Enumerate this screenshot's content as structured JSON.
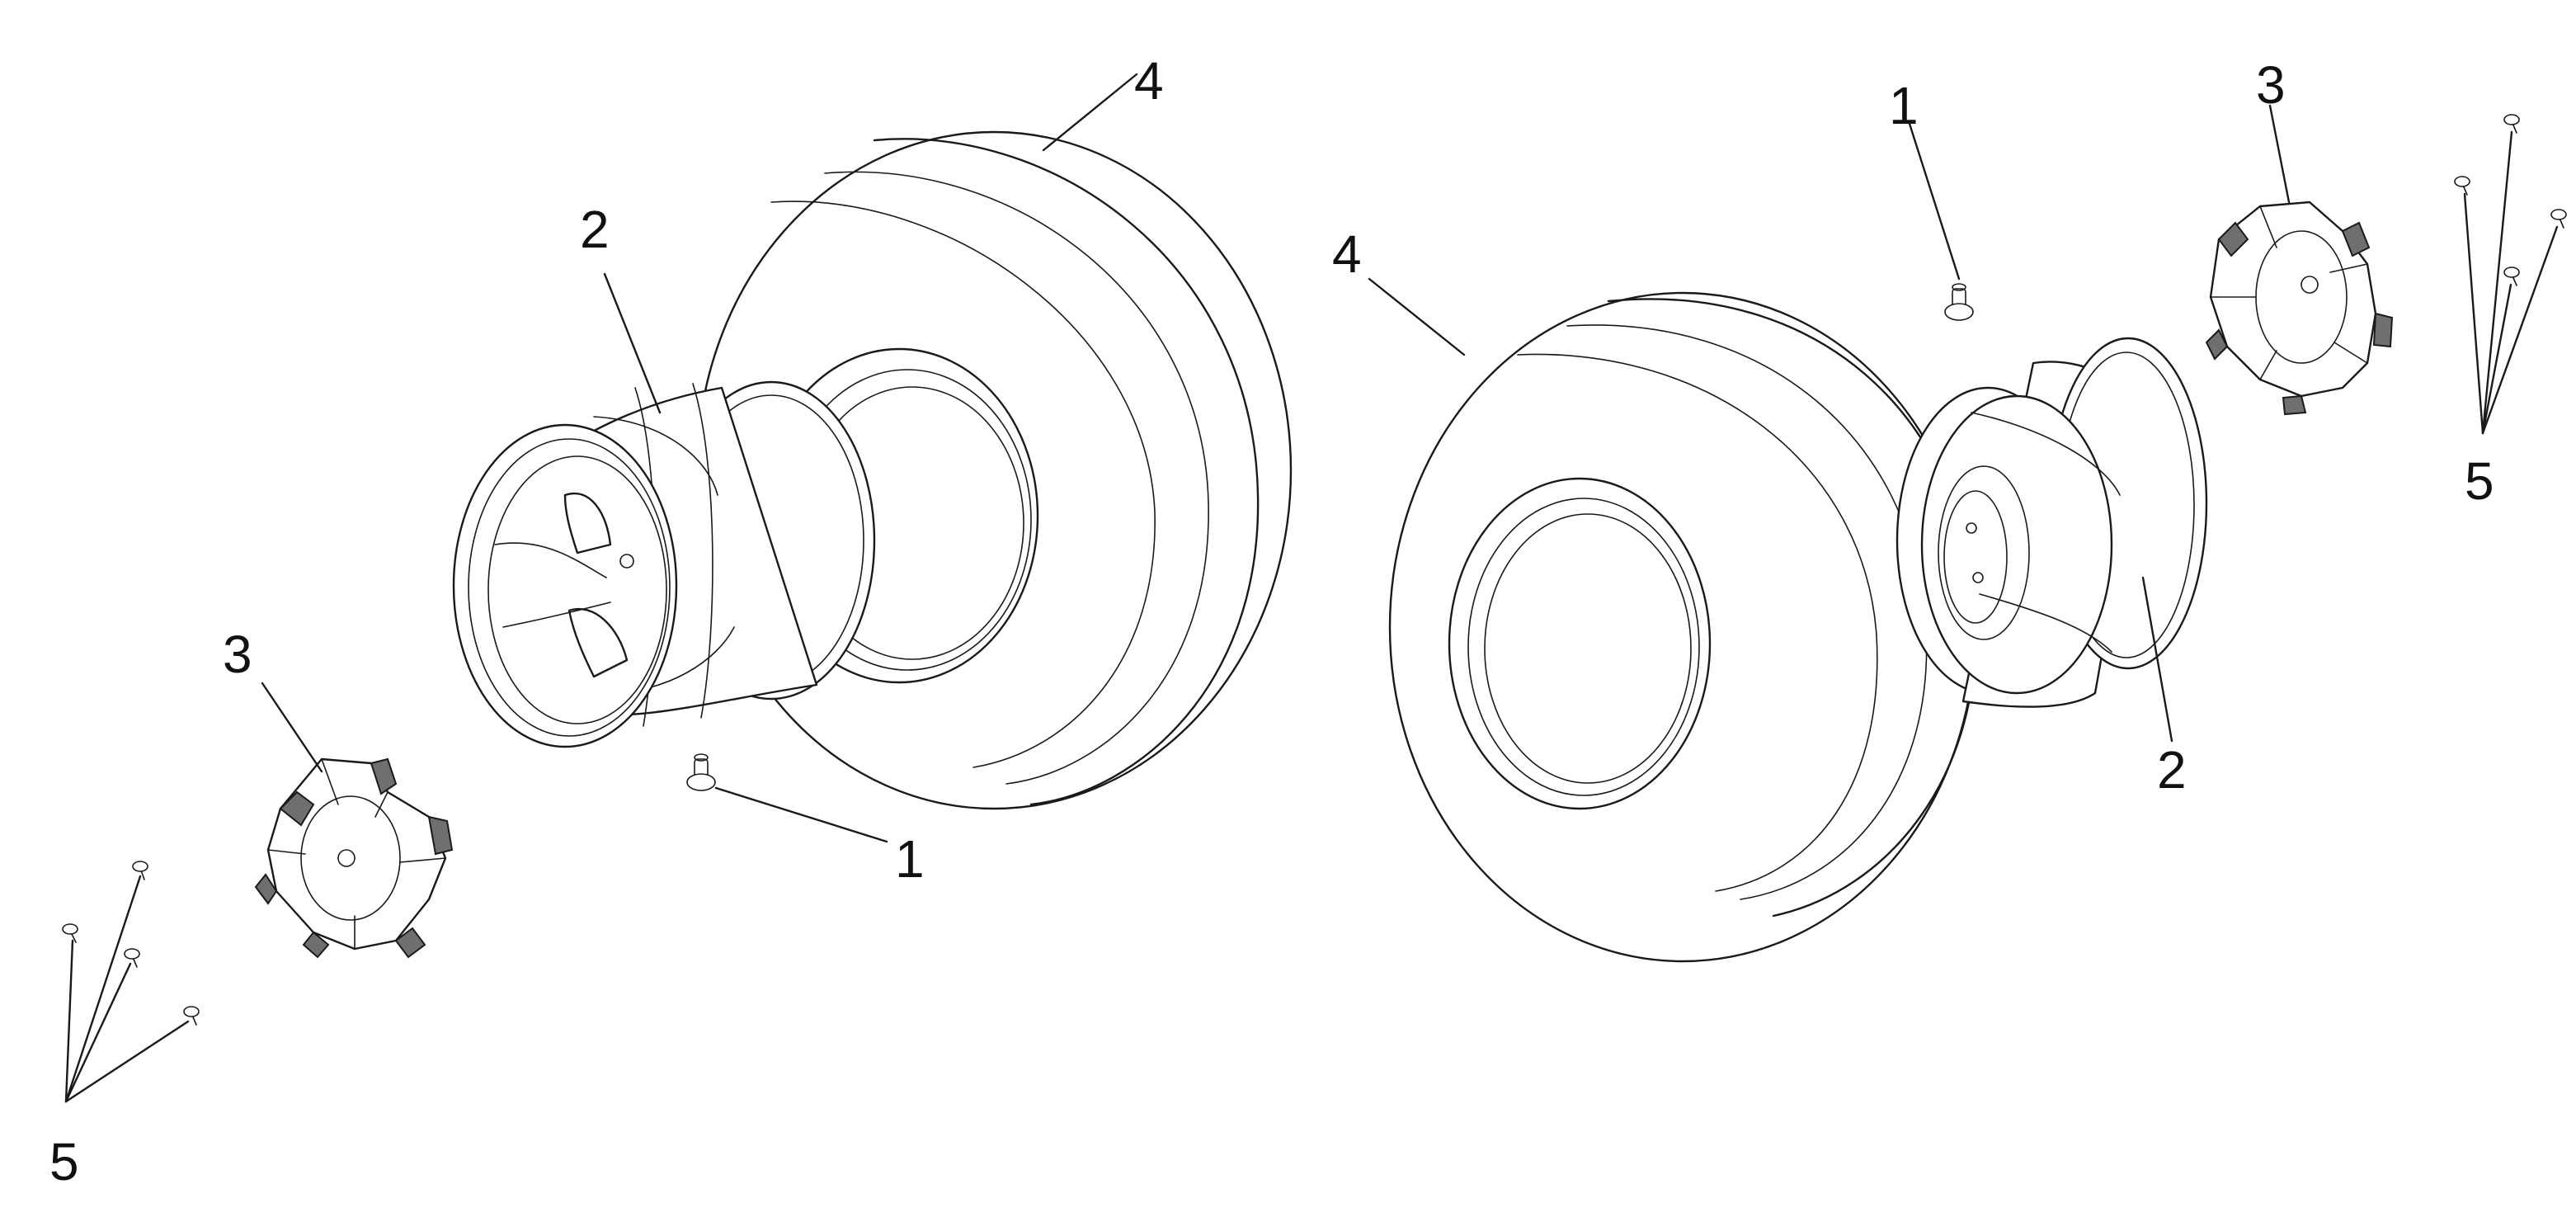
{
  "callouts": {
    "valve_left": "1",
    "valve_right": "1",
    "rim_left": "2",
    "rim_right": "2",
    "hub_left": "3",
    "hub_right": "3",
    "tire_left": "4",
    "tire_right": "4",
    "bolts_left": "5",
    "bolts_right": "5"
  },
  "icons": {
    "tire": "tire-icon",
    "rim": "wheel-rim-icon",
    "hub": "hub-icon",
    "valve": "valve-stem-icon",
    "bolt": "bolt-icon"
  }
}
